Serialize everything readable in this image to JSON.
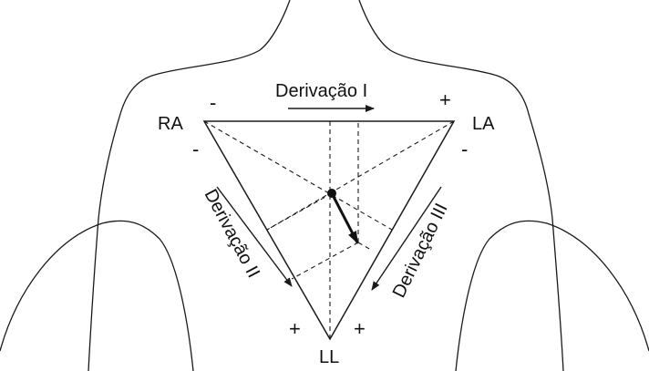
{
  "leads": {
    "lead_1": "Derivação I",
    "lead_2": "Derivação II",
    "lead_3": "Derivação III"
  },
  "electrodes": {
    "right_arm": "RA",
    "left_arm": "LA",
    "left_leg": "LL"
  },
  "polarity": {
    "negative": "-",
    "positive": "+"
  }
}
